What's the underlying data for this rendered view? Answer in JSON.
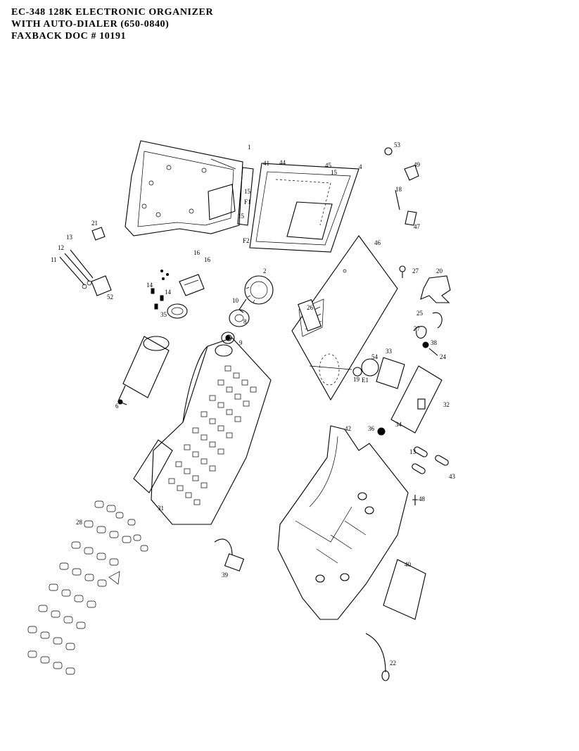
{
  "header": {
    "line1": "EC-348 128K ELECTRONIC ORGANIZER",
    "line2": "WITH AUTO-DIALER  (650-0840)",
    "line3": "FAXBACK DOC # 10191"
  },
  "callouts": {
    "c1": "1",
    "c2": "2",
    "c4": "4",
    "c6": "6",
    "c8": "8",
    "c9": "9",
    "c10": "10",
    "c11": "11",
    "c12": "12",
    "c13a": "13",
    "c13b": "13",
    "c14a": "14",
    "c14b": "14",
    "c15a": "15",
    "c15b": "15",
    "c15c": "15",
    "c16a": "16",
    "c16b": "16",
    "c18": "18",
    "c19": "19",
    "c20": "20",
    "c21": "21",
    "c22": "22",
    "c24": "24",
    "c25": "25",
    "c26": "26",
    "c27": "27",
    "c28": "28",
    "c31": "31",
    "c32": "32",
    "c33": "33",
    "c34": "34",
    "c35": "35",
    "c36": "36",
    "c37": "37",
    "c38": "38",
    "c39": "39",
    "c40": "40",
    "c41": "41",
    "c42": "42",
    "c43": "43",
    "c44": "44",
    "c45": "45",
    "c46": "46",
    "c47": "47",
    "c48": "48",
    "c49": "49",
    "c52": "52",
    "c53": "53",
    "c54": "54",
    "cE1": "E1",
    "cF1": "F1",
    "cF2": "F2"
  }
}
